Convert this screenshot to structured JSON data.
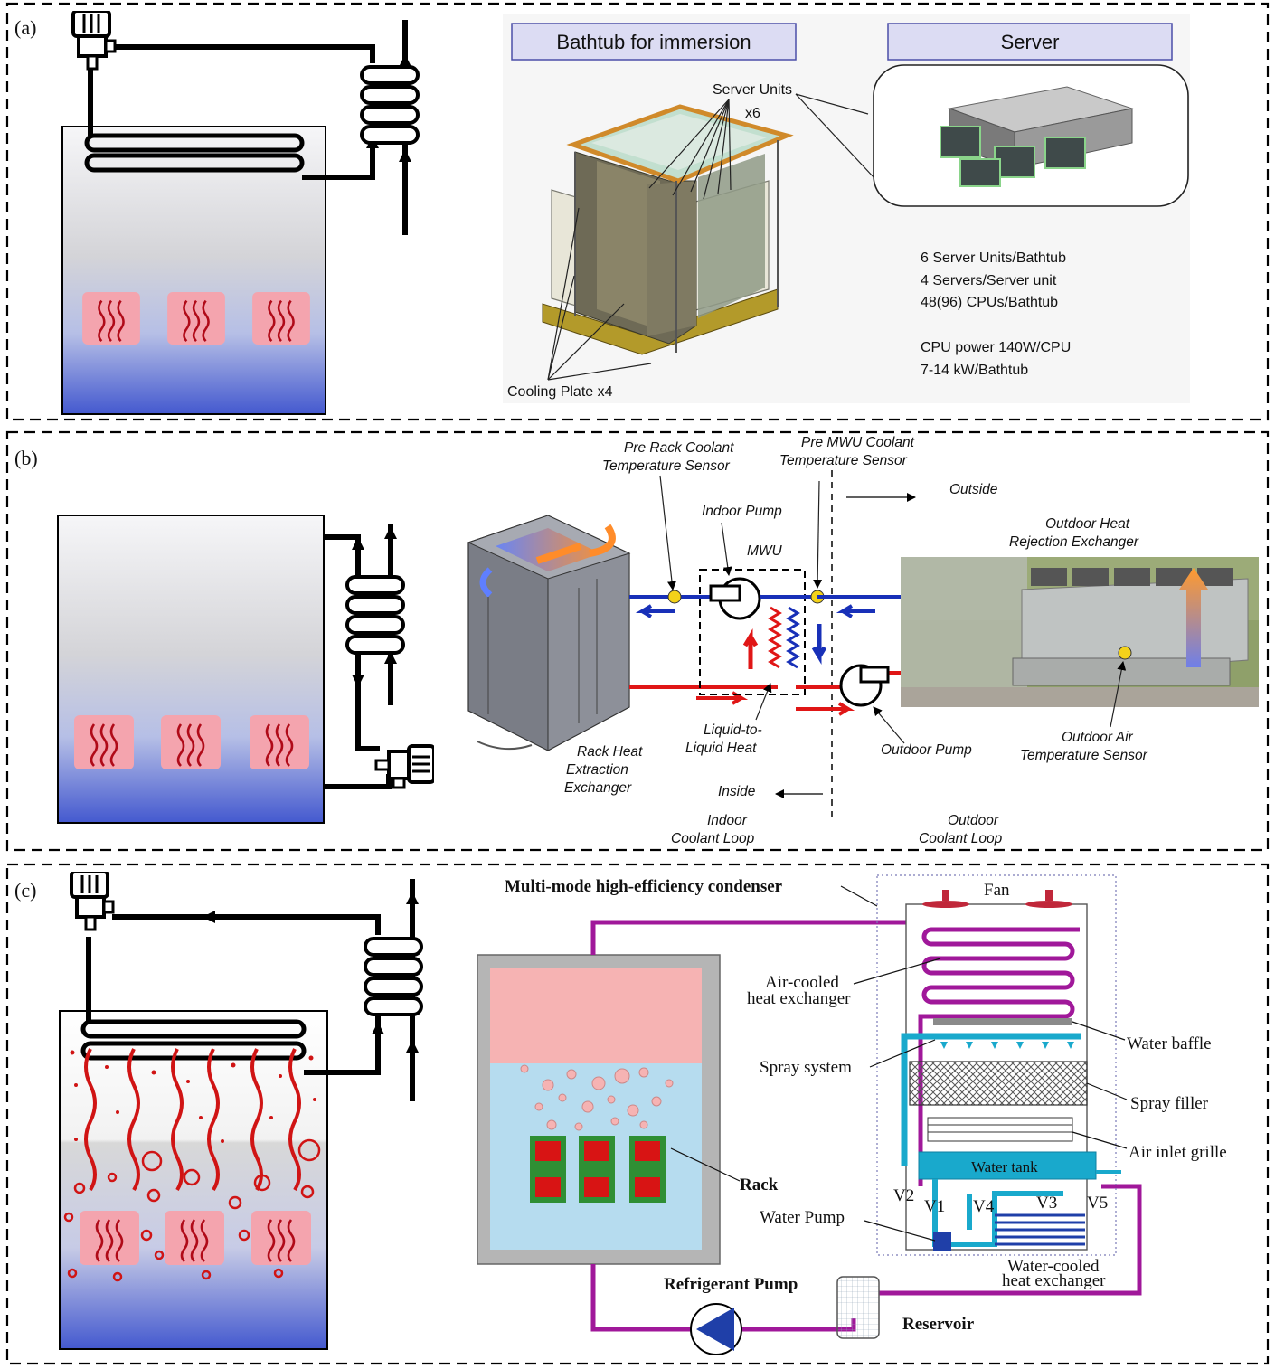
{
  "colors": {
    "accent_purple": "#a0189a",
    "cyan": "#19a9cc",
    "hot_red": "#e01616",
    "cold_blue": "#1830b8",
    "heater_pink": "#f4a4ae",
    "sensor_yellow": "#f3d21a"
  },
  "icons": [
    "pump-motor-icon",
    "heat-exchanger-icon",
    "heater-icon",
    "refrigerant-pump-icon",
    "fan-icon"
  ],
  "panel_a": {
    "label": "(a)",
    "header_left": "Bathtub for immersion",
    "header_right": "Server",
    "server_units": "Server Units",
    "server_units_count": "x6",
    "cooling_plate": "Cooling Plate x4",
    "specs": [
      "6 Server Units/Bathtub",
      "4 Servers/Server unit",
      "48(96) CPUs/Bathtub",
      "",
      "CPU power 140W/CPU",
      "7-14 kW/Bathtub"
    ]
  },
  "panel_b": {
    "label": "(b)",
    "pre_rack": [
      "Pre Rack Coolant",
      "Temperature Sensor"
    ],
    "pre_mwu": [
      "Pre MWU Coolant",
      "Temperature Sensor"
    ],
    "outside": "Outside",
    "indoor_pump": "Indoor Pump",
    "mwu": "MWU",
    "outdoor_hx": [
      "Outdoor Heat",
      "Rejection Exchanger"
    ],
    "rack_hx": [
      "Rack Heat",
      "Extraction",
      "Exchanger"
    ],
    "l2l": [
      "Liquid-to-",
      "Liquid Heat"
    ],
    "outdoor_pump": "Outdoor Pump",
    "outdoor_air": [
      "Outdoor Air",
      "Temperature Sensor"
    ],
    "inside": "Inside",
    "indoor_loop": [
      "Indoor",
      "Coolant Loop"
    ],
    "outdoor_loop": [
      "Outdoor",
      "Coolant Loop"
    ]
  },
  "panel_c": {
    "label": "(c)",
    "condenser": "Multi-mode high-efficiency condenser",
    "fan": "Fan",
    "air_cooled": [
      "Air-cooled",
      "heat exchanger"
    ],
    "water_baffle": "Water baffle",
    "spray_system": "Spray system",
    "spray_filler": "Spray filler",
    "air_inlet": "Air inlet grille",
    "water_tank": "Water tank",
    "rack": "Rack",
    "valves": [
      "V2",
      "V1",
      "V4",
      "V3",
      "V5"
    ],
    "water_pump": "Water Pump",
    "water_cooled": [
      "Water-cooled",
      "heat exchanger"
    ],
    "refrigerant_pump": "Refrigerant Pump",
    "reservoir": "Reservoir"
  }
}
